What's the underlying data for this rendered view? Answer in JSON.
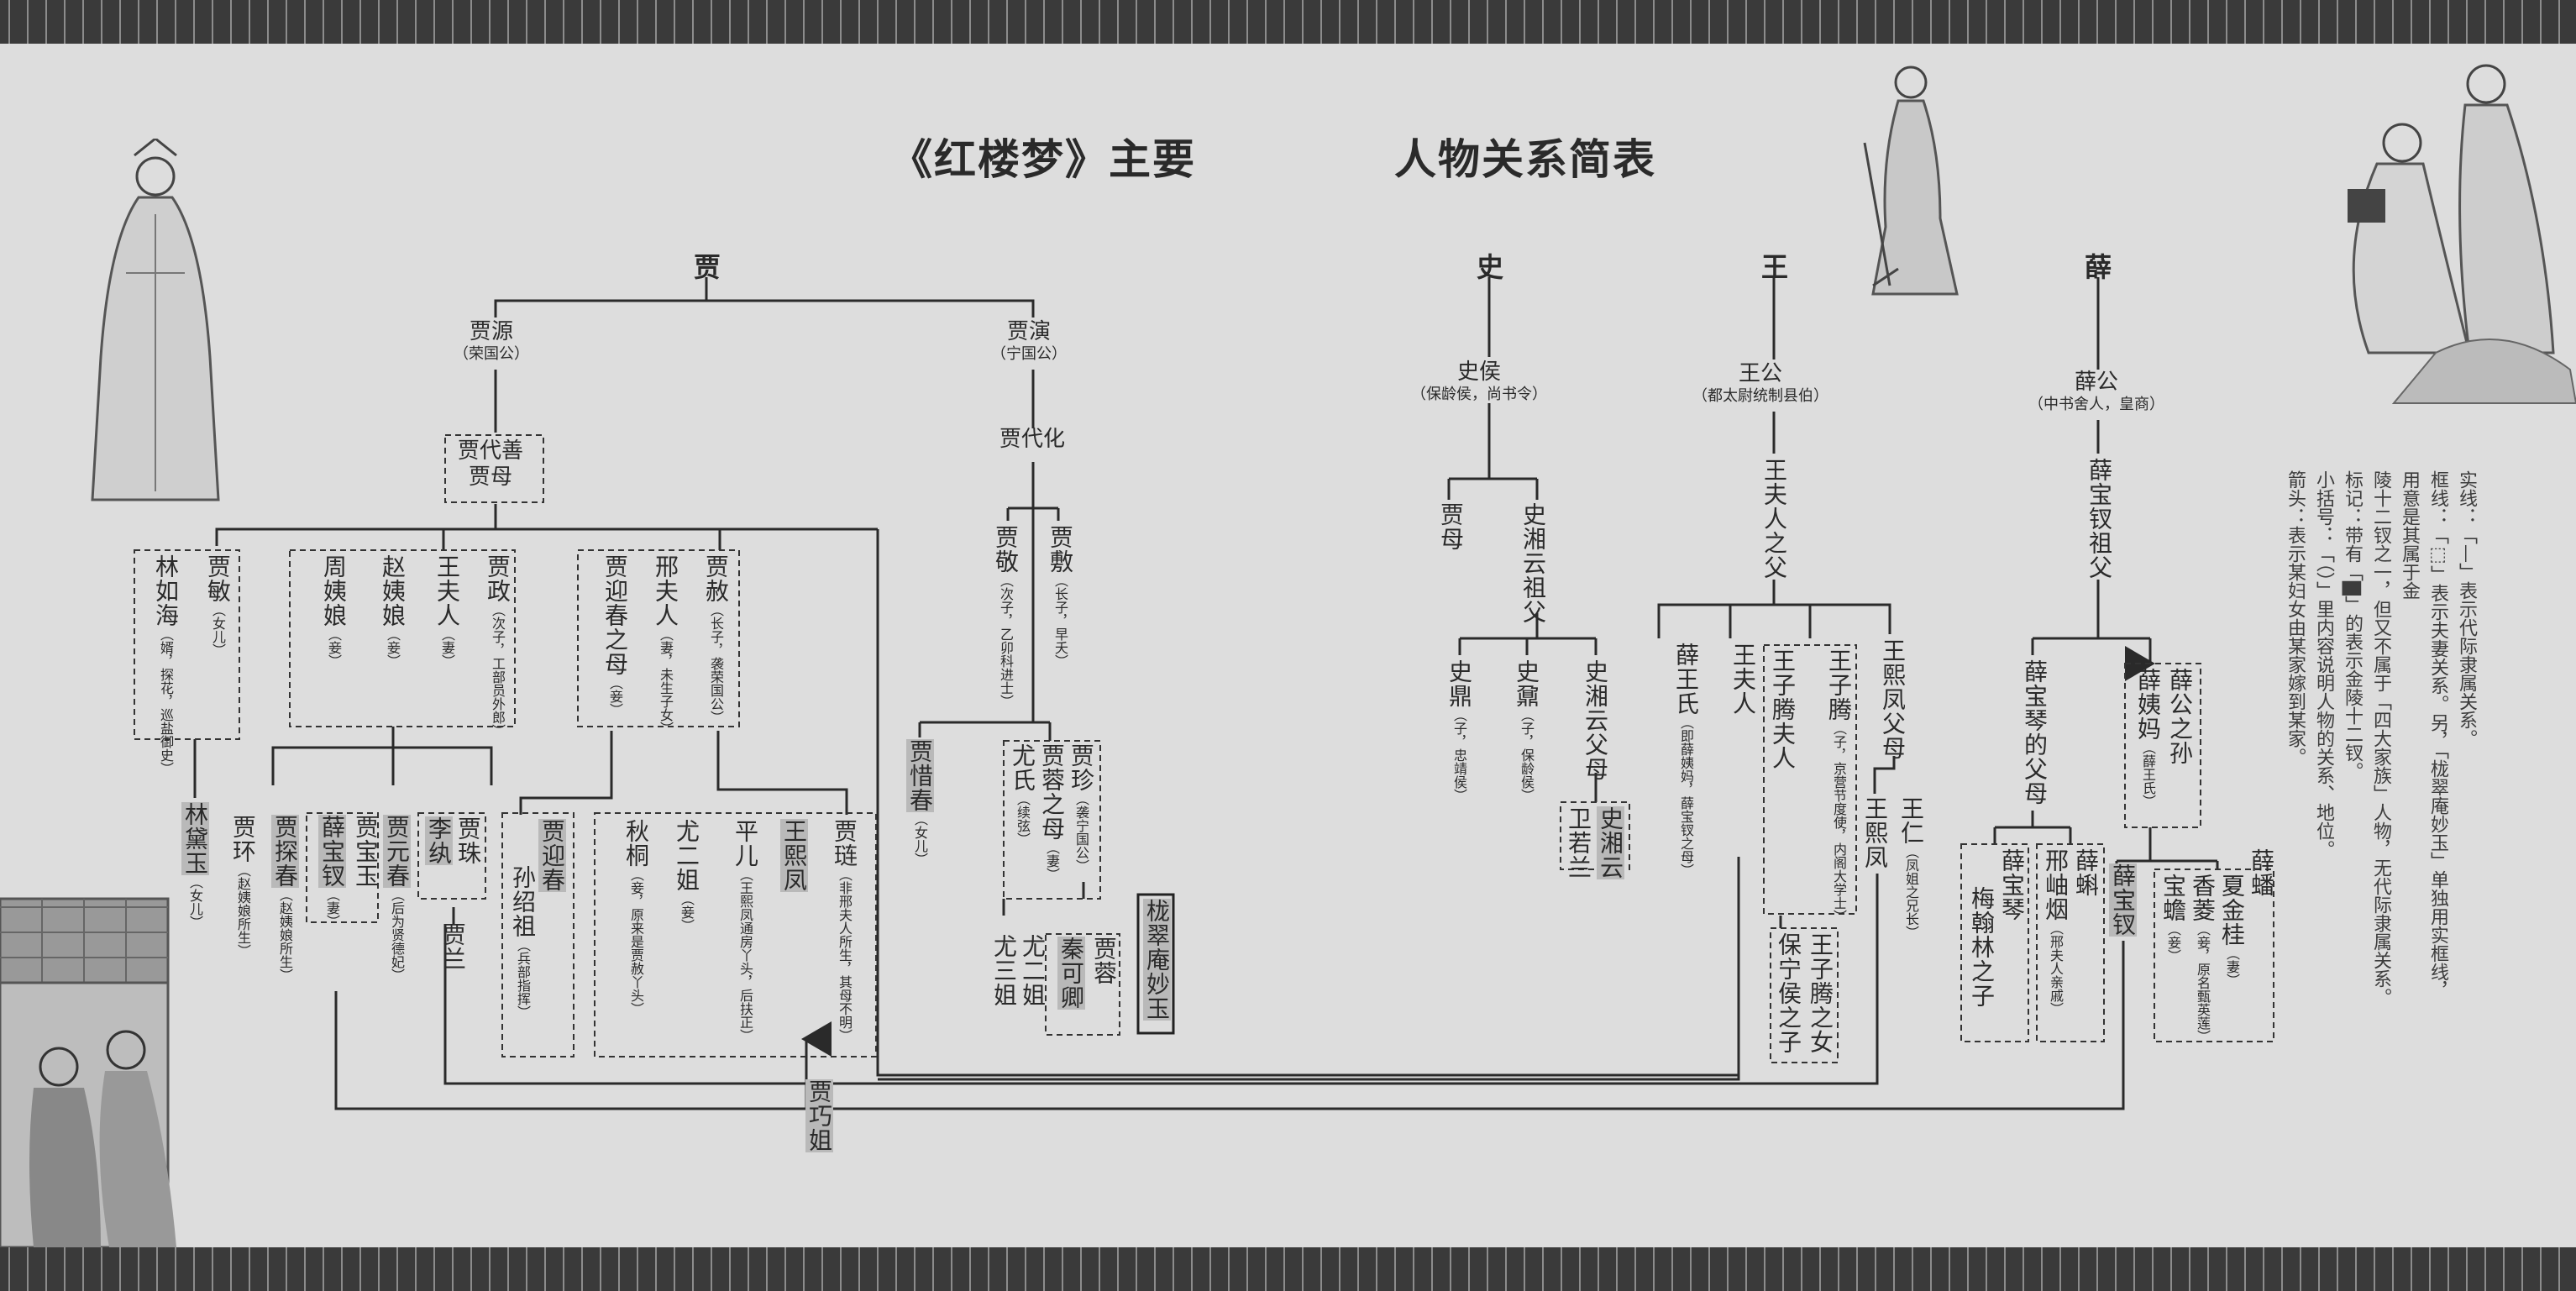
{
  "title": {
    "left": "《红楼梦》主要",
    "right": "人物关系简表"
  },
  "families": {
    "jia": "贾",
    "shi": "史",
    "wang": "王",
    "xue": "薛"
  },
  "jia": {
    "jiayuan": {
      "name": "贾源",
      "note": "（荣国公）"
    },
    "jiayan": {
      "name": "贾演",
      "note": "（宁国公）"
    },
    "daishan": {
      "line1": "贾代善",
      "line2": "贾母"
    },
    "daihua": "贾代化",
    "jiamin": {
      "name": "贾敏",
      "note": "（女儿）"
    },
    "linruhai": {
      "name": "林如海",
      "note": "（婿，探花，巡盐御史）"
    },
    "jiazheng": {
      "name": "贾政",
      "note": "（次子，工部员外郎）"
    },
    "wangfuren": {
      "name": "王夫人",
      "note": "（妻）"
    },
    "zhaoyiniang": {
      "name": "赵姨娘",
      "note": "（妾）"
    },
    "zhouyiniang": {
      "name": "周姨娘",
      "note": "（妾）"
    },
    "jiashe": {
      "name": "贾赦",
      "note": "（长子，袭荣国公）"
    },
    "xingfuren": {
      "name": "邢夫人",
      "note": "（妻，未生子女）"
    },
    "yingchunmu": {
      "name": "贾迎春之母",
      "note": "（妾）"
    },
    "jiajing": {
      "name": "贾敬",
      "note": "（次子，乙卯科进士）"
    },
    "jiafu": {
      "name": "贾敷",
      "note": "（长子，早夭）"
    },
    "daiyu": {
      "name": "林黛玉",
      "note": "（女儿）"
    },
    "jiahuan": {
      "name": "贾环",
      "note": "（赵姨娘所生）"
    },
    "tanchun": {
      "name": "贾探春",
      "note": "（赵姨娘所生）"
    },
    "baochai_wife": {
      "name": "薛宝钗",
      "note": "（妻）"
    },
    "baoyu": "贾宝玉",
    "yuanchun": {
      "name": "贾元春",
      "note": "（后为贤德妃）"
    },
    "liwan": "李纨",
    "jiazhu": "贾珠",
    "jialan": "贾兰",
    "sunshaozu": {
      "name": "孙绍祖",
      "note": "（兵部指挥）"
    },
    "yingchun": "贾迎春",
    "qiutong": {
      "name": "秋桐",
      "note": "（妾，原来是贾赦丫头）"
    },
    "youerjie": {
      "name": "尤二姐",
      "note": "（妾）"
    },
    "pinger": {
      "name": "平儿",
      "note": "（王熙凤通房丫头，后扶正）"
    },
    "xifeng": "王熙凤",
    "jialian": {
      "name": "贾琏",
      "note": "（非邢夫人所生，其母不明）"
    },
    "xichun": {
      "name": "贾惜春",
      "note": "（女儿）"
    },
    "youshi": {
      "name": "尤氏",
      "note": "（续弦）"
    },
    "jiarongmu": {
      "name": "贾蓉之母",
      "note": "（妻）"
    },
    "jiazhen": {
      "name": "贾珍",
      "note": "（袭宁国公）"
    },
    "yousanjie": "尤三姐",
    "youerjie2": "尤二姐",
    "qinkeqing": "秦可卿",
    "jiarong": "贾蓉",
    "miaoyu": "栊翠庵妙玉",
    "qiaojie": "贾巧姐"
  },
  "shi": {
    "shihou": {
      "name": "史侯",
      "note": "（保龄侯，尚书令）"
    },
    "jiamu": "贾母",
    "xiangyunzufu": "史湘云祖父",
    "shiding": {
      "name": "史鼎",
      "note": "（子，忠靖侯）"
    },
    "shinai": {
      "name": "史鼐",
      "note": "（子，保龄侯）"
    },
    "xiangyunfumu": "史湘云父母",
    "xiangyun": "史湘云",
    "weiruolan": "卫若兰"
  },
  "wang": {
    "wanggong": {
      "name": "王公",
      "note": "（都太尉统制县伯）"
    },
    "fufu": "王夫人之父",
    "xueshi": {
      "name": "薛王氏",
      "note": "（即薛姨妈，薛宝钗之母）"
    },
    "wangfuren": "王夫人",
    "ziteng": {
      "name": "王子腾",
      "note": "（子，京营节度使，内阁大学士）"
    },
    "zitengfuren": "王子腾夫人",
    "xifengfumu": "王熙凤父母",
    "wangren": {
      "name": "王仁",
      "note": "（凤姐之兄长）"
    },
    "xifeng": "王熙凤",
    "zitengnv": "王子腾之女",
    "baoning": "保宁侯之子"
  },
  "xue": {
    "xuegong": {
      "name": "薛公",
      "note": "（中书舍人，皇商）"
    },
    "zufu": "薛宝钗祖父",
    "baoqinfumu": "薛宝琴的父母",
    "xueyima": {
      "name": "薛姨妈",
      "note": "（薛王氏）"
    },
    "xuegongsun": "薛公之孙",
    "baoqin": "薛宝琴",
    "meihanlin": "梅翰林之子",
    "xueke": "薛蝌",
    "xingxiuyan": {
      "name": "邢岫烟",
      "note": "（邢夫人亲戚）"
    },
    "baochai": "薛宝钗",
    "xuepan": "薛蟠",
    "xiajingui": {
      "name": "夏金桂",
      "note": "（妻）"
    },
    "xiangling": {
      "name": "香菱",
      "note": "（妾，原名甄英莲）"
    },
    "baochan": {
      "name": "宝蟾",
      "note": "（妾）"
    }
  },
  "legend": {
    "l1": "实线：「—」表示代际隶属关系。",
    "l2": "框线：「⬚」表示夫妻关系。另，「栊翠庵妙玉」单独用实框线，用意是其属于金",
    "l3": "陵十二钗之一，但又不属于「四大家族」人物，无代际隶属关系。",
    "l4": "标记：带有「▇」的表示金陵十二钗。",
    "l5": "小括号：「（）」里内容说明人物的关系、地位。",
    "l6": "箭头：表示某妇女由某家嫁到某家。"
  }
}
